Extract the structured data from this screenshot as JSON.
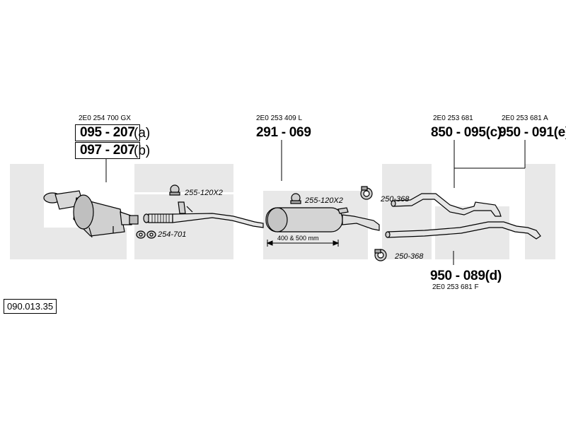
{
  "diagram": {
    "reference_number": "090.013.35",
    "parts": {
      "dpf": {
        "oem": "2E0 254 700 GX",
        "variant_a": {
          "number": "095 - 207",
          "suffix": "(a)"
        },
        "variant_b": {
          "number": "097 - 207",
          "suffix": "(b)"
        }
      },
      "middle_silencer": {
        "oem": "2E0 253 409 L",
        "number": "291 - 069"
      },
      "tail_c": {
        "oem": "2E0 253 681",
        "number": "850 - 095(c)"
      },
      "tail_e": {
        "oem": "2E0 253 681 A",
        "number": "950 - 091(e)"
      },
      "tail_d": {
        "oem": "2E0 253 681 F",
        "number": "950 - 089(d)"
      }
    },
    "accessories": {
      "clamp_front": "255-120X2",
      "gasket_front": "254-701",
      "clamp_middle": "255-120X2",
      "clamp_upper_rear": "250-368",
      "clamp_lower_rear": "250-368"
    },
    "dimension": "400 & 500 mm",
    "colors": {
      "watermark": "#e8e8e8",
      "line": "#000000",
      "part_fill": "#d9d9d9"
    }
  }
}
